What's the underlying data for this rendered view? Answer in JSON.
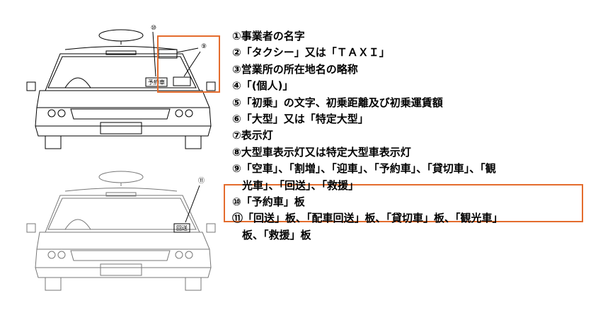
{
  "figure": {
    "top_car": {
      "sign_label": "予約車",
      "callouts": [
        "⑩",
        "⑨"
      ]
    },
    "bottom_car": {
      "sign_label": "回送",
      "callouts": [
        "⑪"
      ]
    }
  },
  "legend": [
    "①事業者の名字",
    "②「タクシー」又は「ＴＡＸＩ」",
    "③営業所の所在地名の略称",
    "④「(個人)」",
    "⑤「初乗」の文字、初乗距離及び初乗運賃額",
    "⑥「大型」又は「特定大型」",
    "⑦表示灯",
    "⑧大型車表示灯又は特定大型車表示灯",
    "⑨「空車」、「割増」、「迎車」、「予約車」、「貸切車」、「観",
    "光車」、「回送」、「救援」",
    "⑩「予約車」板",
    "⑪「回送」板、「配車回送」板、「貸切車」板、「観光車」",
    "板、「救援」板"
  ],
  "colors": {
    "highlight": "#e46c2d"
  }
}
